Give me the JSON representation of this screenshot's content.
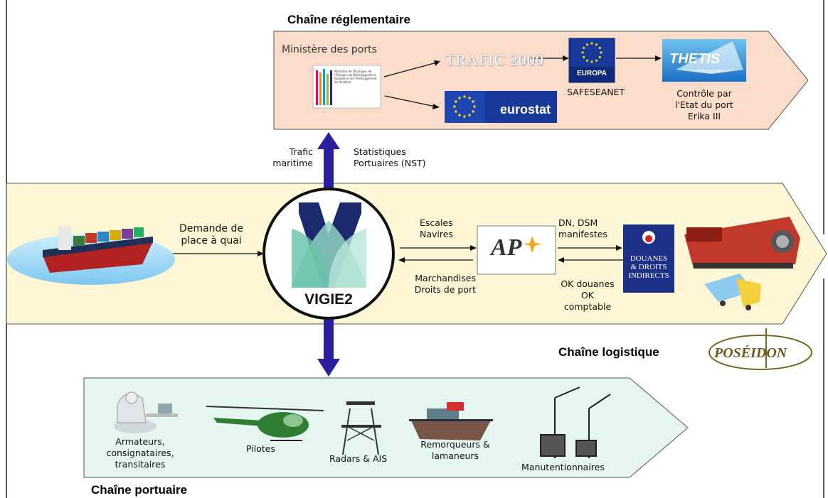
{
  "titles": {
    "regulatory": "Chaîne réglementaire",
    "logistics": "Chaîne logistique",
    "port": "Chaîne portuaire"
  },
  "regulatory": {
    "ministry": "Ministère des ports",
    "ministry_logo_text": "Ministère de l'Écologie, de l'Énergie, du Développement durable et de l'Aménagement du territoire",
    "trafic2000": "TRAFIC 2000",
    "europa": "EUROPA",
    "safeseanet": "SAFESEANET",
    "thetis": "THETIS",
    "eurostat": "eurostat",
    "control_lines": [
      "Contrôle par",
      "l'Etat du port",
      "Erika III"
    ]
  },
  "flows_up": {
    "trafic_lines": [
      "Trafic",
      "maritime"
    ],
    "stats_lines": [
      "Statistiques",
      "Portuaires (NST)"
    ]
  },
  "logistics": {
    "demande_lines": [
      "Demande de",
      "place à quai"
    ],
    "vigie": "VIGIE2",
    "escales_lines": [
      "Escales",
      "Navires"
    ],
    "marchandises_lines": [
      "Marchandises",
      "Droits de port"
    ],
    "ap_logo": "AP",
    "dn_lines": [
      "DN, DSM",
      "manifestes"
    ],
    "ok_lines": [
      "OK douanes",
      "OK",
      "comptable"
    ],
    "douanes_lines": [
      "DOUANES",
      "& DROITS",
      "INDIRECTS"
    ],
    "poseidon": "POSÉIDON"
  },
  "port": {
    "armateurs_lines": [
      "Armateurs,",
      "consignataires,",
      "transitaires"
    ],
    "pilotes": "Pilotes",
    "radars": "Radars & AIS",
    "remorqueurs_lines": [
      "Remorqueurs &",
      "lamaneurs"
    ],
    "manutention": "Manutentionnaires"
  },
  "colors": {
    "regulatory_band": "#fbdccb",
    "logistics_band": "#fdf7d6",
    "port_band": "#e4f6ef",
    "arrow_blue": "#2a1f9e",
    "eu_blue": "#173a9a",
    "eu_star": "#ffd200",
    "douanes_blue": "#1d2f87"
  }
}
